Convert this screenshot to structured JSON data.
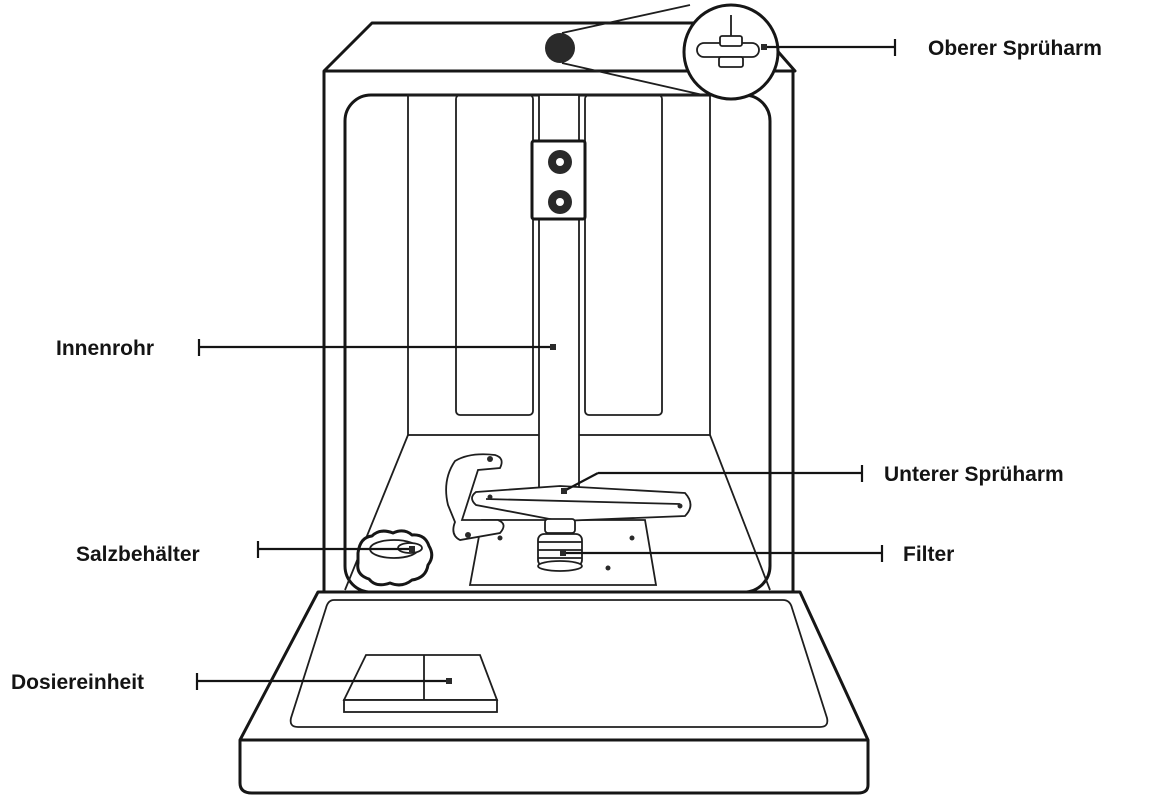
{
  "labels": {
    "upper_spray_arm": "Oberer Sprüharm",
    "inner_pipe": "Innenrohr",
    "lower_spray_arm": "Unterer Sprüharm",
    "salt_container": "Salzbehälter",
    "filter": "Filter",
    "dosing_unit": "Dosiereinheit"
  },
  "colors": {
    "outline": "#161616",
    "background": "#ffffff"
  }
}
